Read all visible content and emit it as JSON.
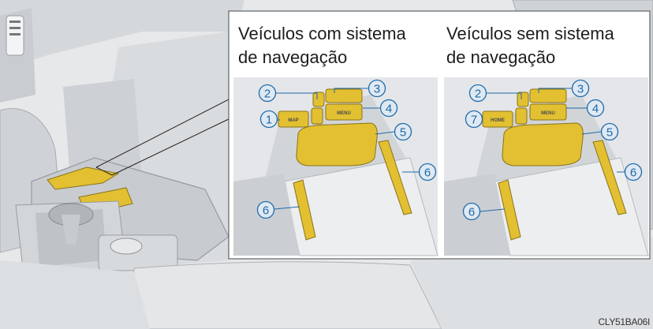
{
  "panels": [
    {
      "title_line1": "Veículos com sistema",
      "title_line2": "de navegação",
      "left_button_label": "MAP",
      "right_button_label": "MENU",
      "callouts": [
        "2",
        "3",
        "1",
        "4",
        "5",
        "6",
        "6"
      ]
    },
    {
      "title_line1": "Veículos sem sistema",
      "title_line2": "de navegação",
      "left_button_label": "HOME",
      "right_button_label": "MENU",
      "callouts": [
        "2",
        "3",
        "7",
        "4",
        "5",
        "6",
        "6"
      ]
    }
  ],
  "figure_code": "CLY51BA06I",
  "colors": {
    "highlight": "#e2c032",
    "callout_ring": "#1f6aa8",
    "callout_fill": "#dfe9f3",
    "console": "#cfd2d5"
  }
}
